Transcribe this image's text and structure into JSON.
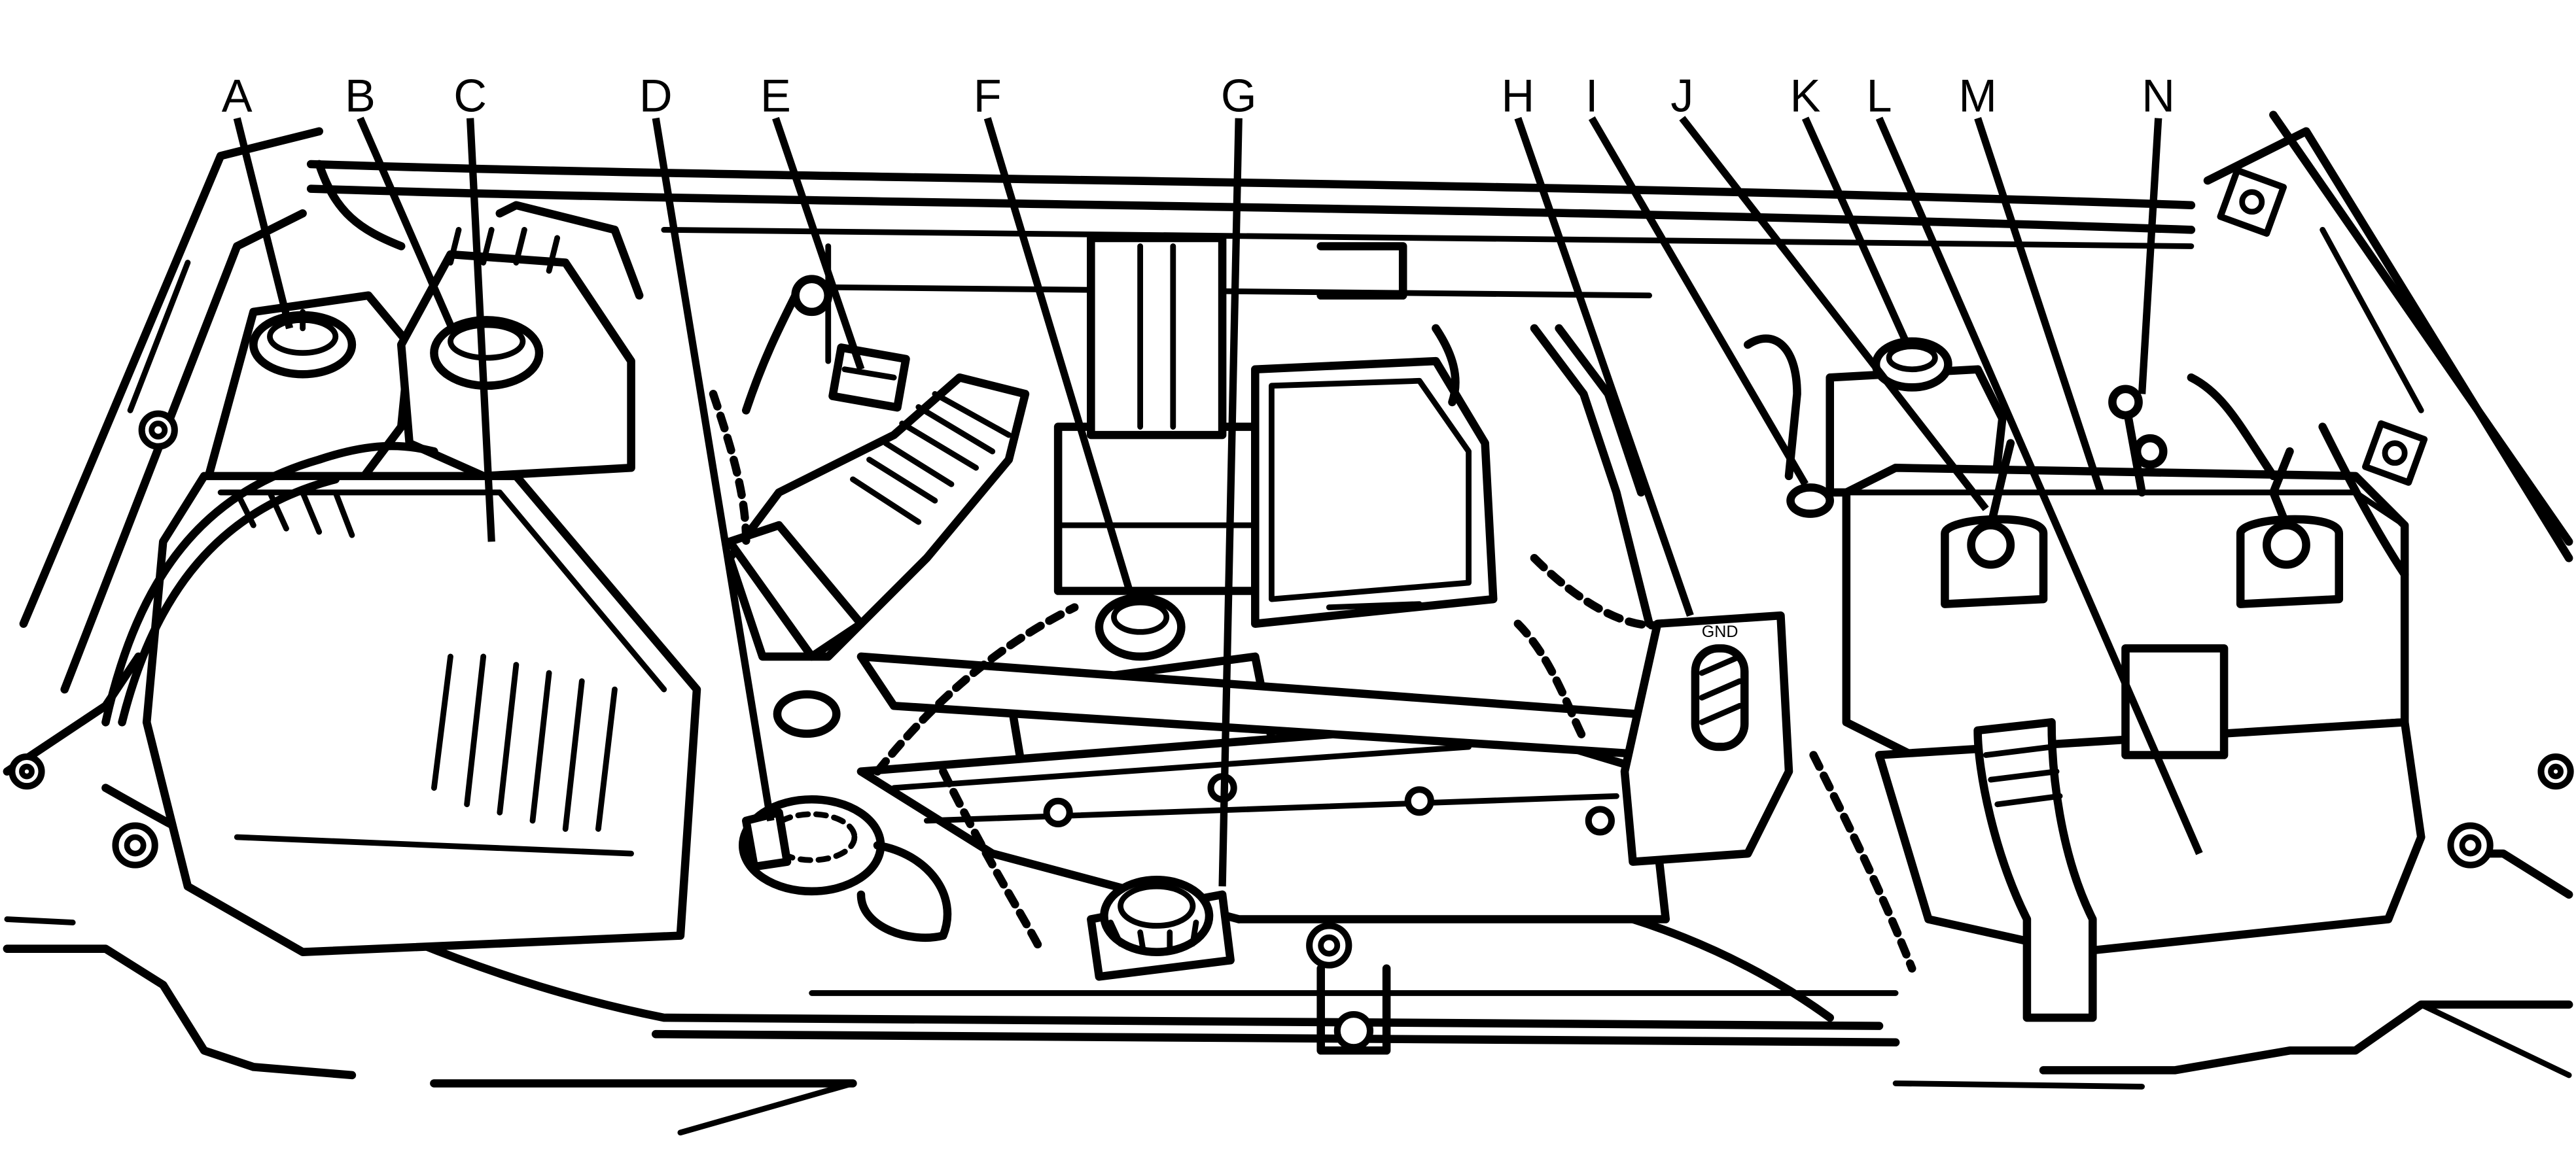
{
  "figure": {
    "background": "#ffffff",
    "line_color": "#000000"
  },
  "callouts": [
    {
      "id": "A",
      "label": "A"
    },
    {
      "id": "B",
      "label": "B"
    },
    {
      "id": "C",
      "label": "C"
    },
    {
      "id": "D",
      "label": "D"
    },
    {
      "id": "E",
      "label": "E"
    },
    {
      "id": "F",
      "label": "F"
    },
    {
      "id": "G",
      "label": "G"
    },
    {
      "id": "H",
      "label": "H"
    },
    {
      "id": "I",
      "label": "I"
    },
    {
      "id": "J",
      "label": "J"
    },
    {
      "id": "K",
      "label": "K"
    },
    {
      "id": "L",
      "label": "L"
    },
    {
      "id": "M",
      "label": "M"
    },
    {
      "id": "N",
      "label": "N"
    }
  ],
  "ground_stud_label": "GND"
}
